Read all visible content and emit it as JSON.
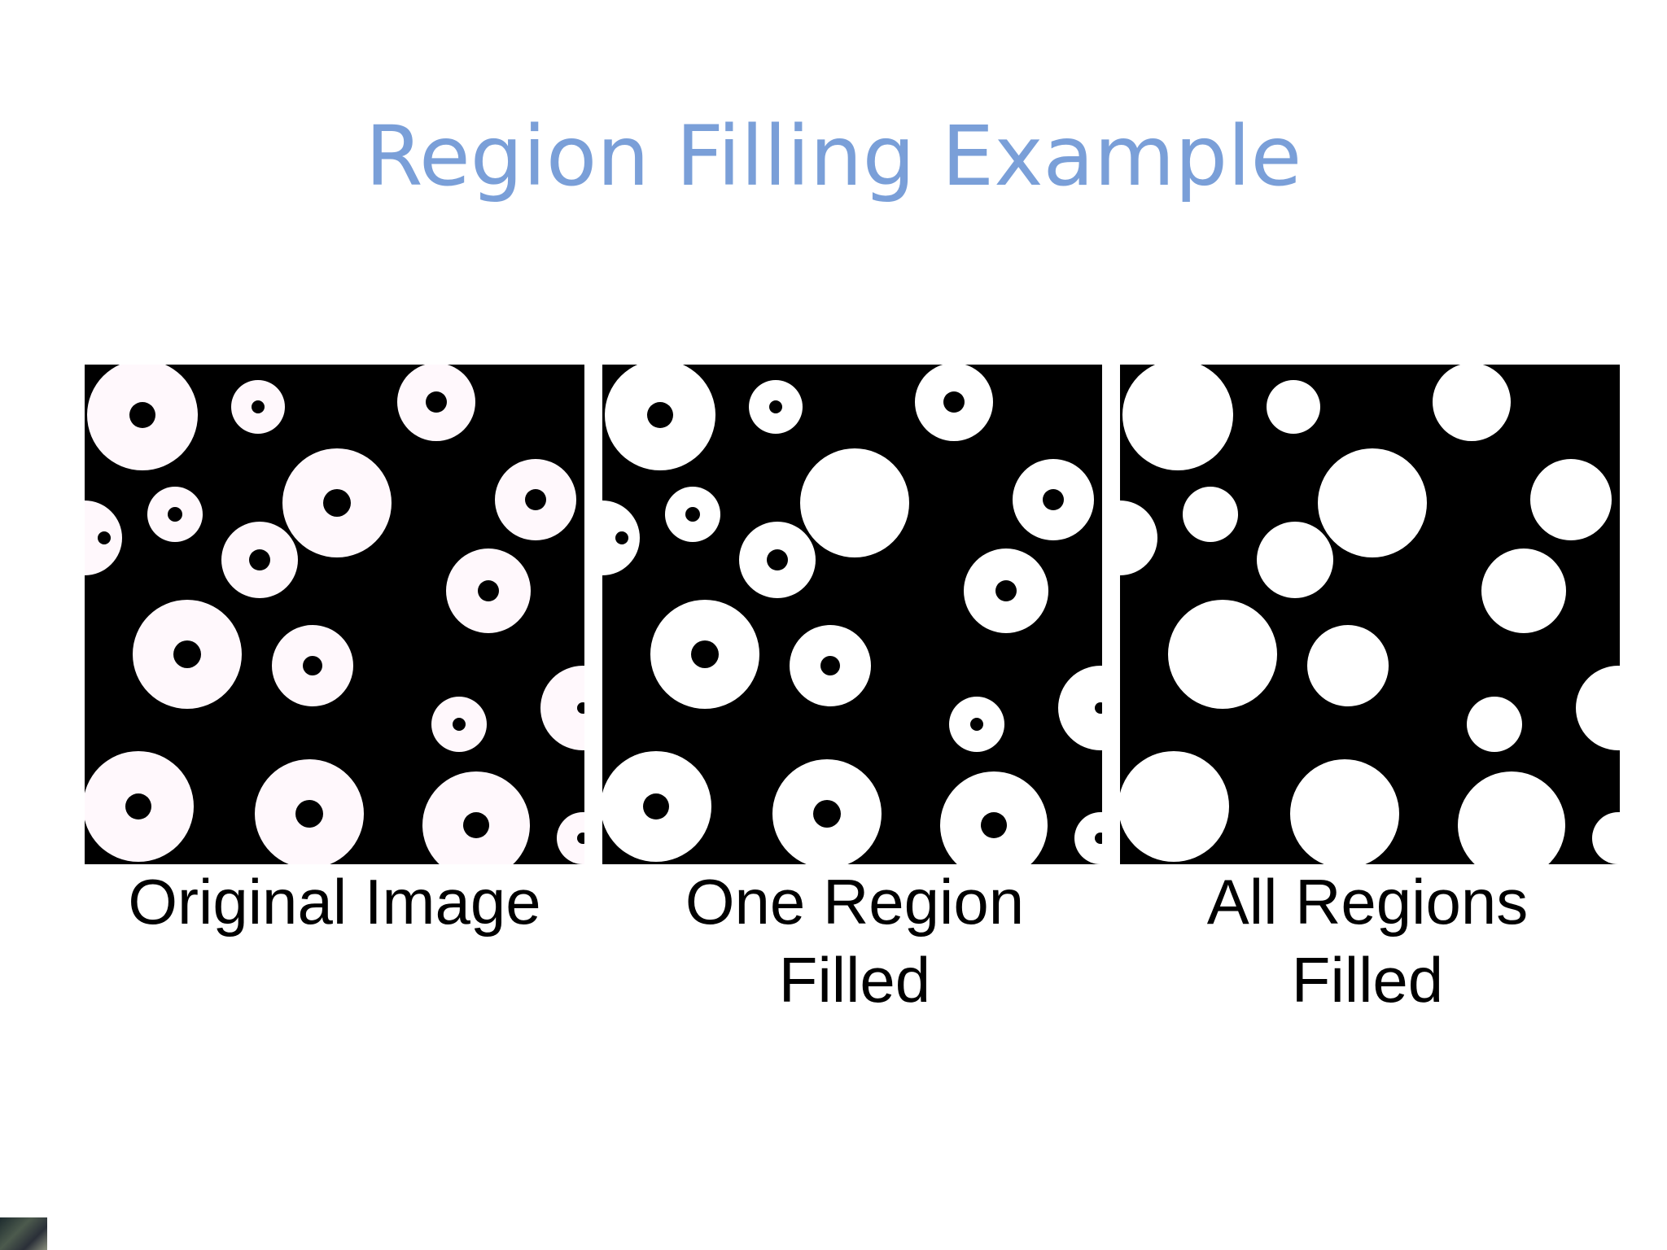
{
  "title": "Region Filling Example",
  "panels": [
    {
      "caption_line1": "Original Image",
      "caption_line2": "",
      "fill": "#fff8fc",
      "mode": "original"
    },
    {
      "caption_line1": "One Region",
      "caption_line2": "Filled",
      "fill": "#ffffff",
      "mode": "one"
    },
    {
      "caption_line1": "All Regions",
      "caption_line2": "Filled",
      "fill": "#ffffff",
      "mode": "all"
    }
  ],
  "colors": {
    "title": "#7a9fd8",
    "background": "#000000",
    "caption": "#000000"
  }
}
